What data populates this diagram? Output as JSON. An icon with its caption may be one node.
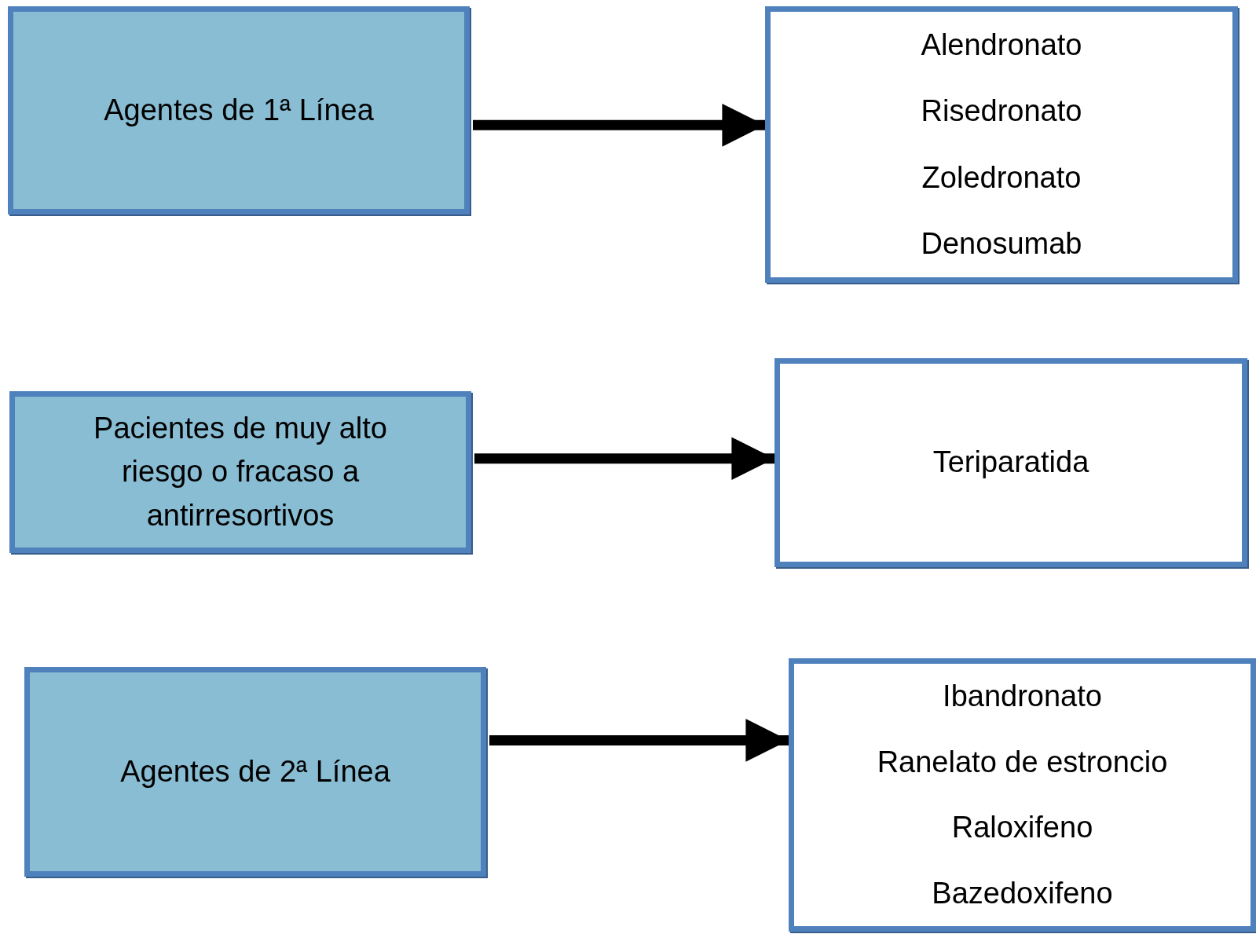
{
  "diagram": {
    "nodes": [
      {
        "text": [
          "Agentes de 1ª Línea"
        ]
      },
      {
        "text": [
          "Alendronato",
          "Risedronato",
          "Zoledronato",
          "Denosumab"
        ]
      },
      {
        "text": [
          "Pacientes de muy alto riesgo o fracaso a antirresortivos"
        ]
      },
      {
        "text": [
          "Teriparatida"
        ]
      },
      {
        "text": [
          "Agentes de 2ª Línea"
        ]
      },
      {
        "text": [
          "Ibandronato",
          "Ranelato de estroncio",
          "Raloxifeno",
          "Bazedoxifeno"
        ]
      }
    ],
    "edges": [
      {
        "from": 0,
        "to": 1,
        "arrow": "to"
      },
      {
        "from": 2,
        "to": 3,
        "arrow": "to"
      },
      {
        "from": 4,
        "to": 5,
        "arrow": "to"
      }
    ]
  }
}
